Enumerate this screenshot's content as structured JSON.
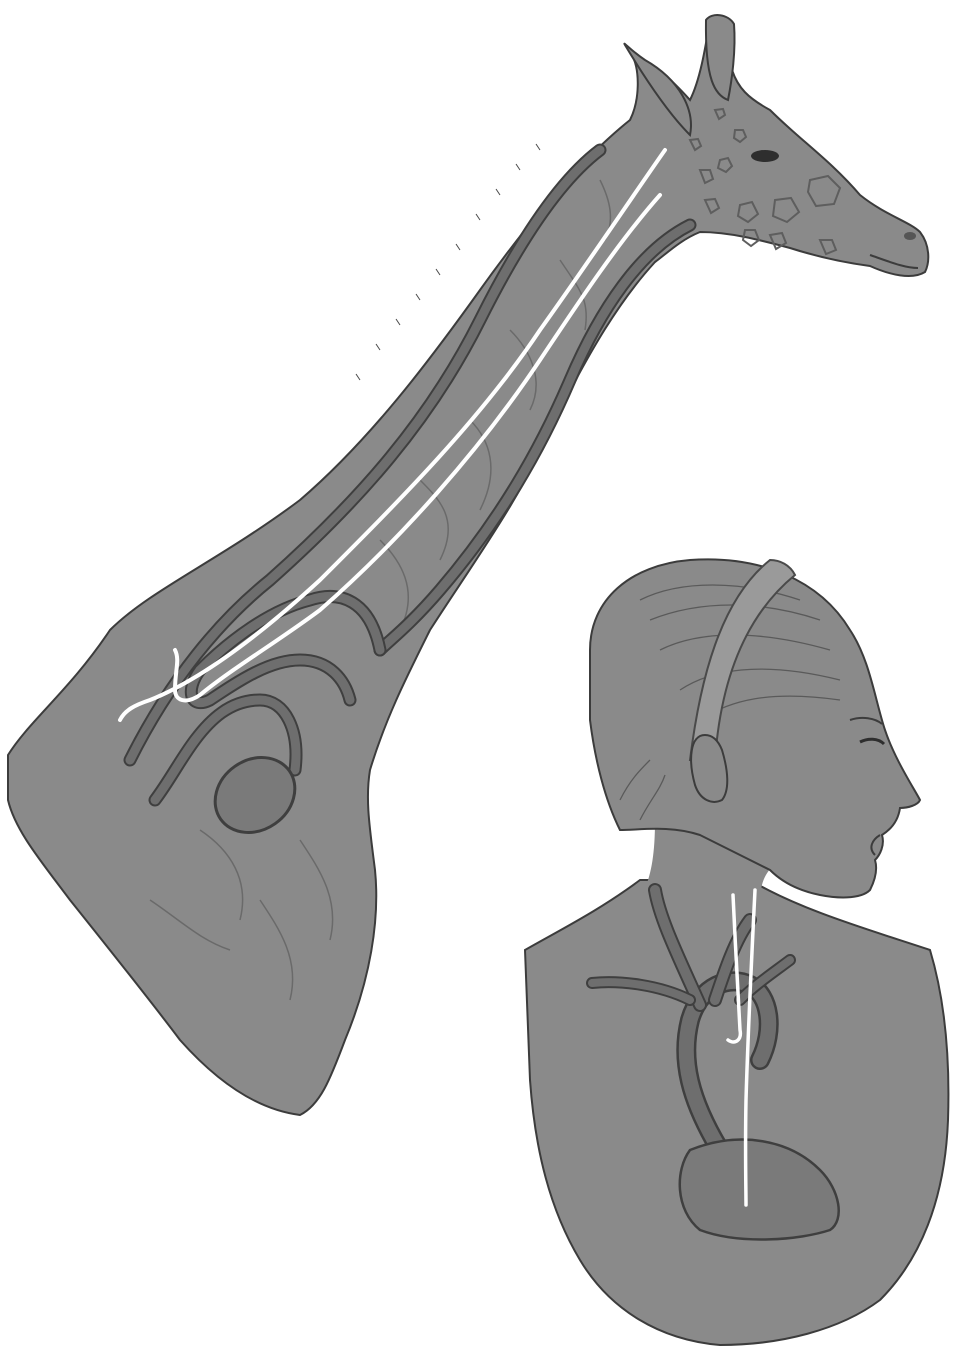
{
  "illustration": {
    "subjects": [
      "giraffe",
      "human"
    ],
    "colors": {
      "background": "#ffffff",
      "body_fill": "#8a8a8a",
      "outline": "#3c3c3c",
      "vessel": "#6e6e6e",
      "vessel_outline": "#3f3f3f",
      "nerve": "#ffffff",
      "heart": "#7a7a7a",
      "spot_line": "#5e5e5e"
    },
    "icons": {
      "giraffe": "giraffe-illustration",
      "human": "human-illustration",
      "heart": "heart-shape",
      "nerve": "laryngeal-nerve-line"
    }
  }
}
